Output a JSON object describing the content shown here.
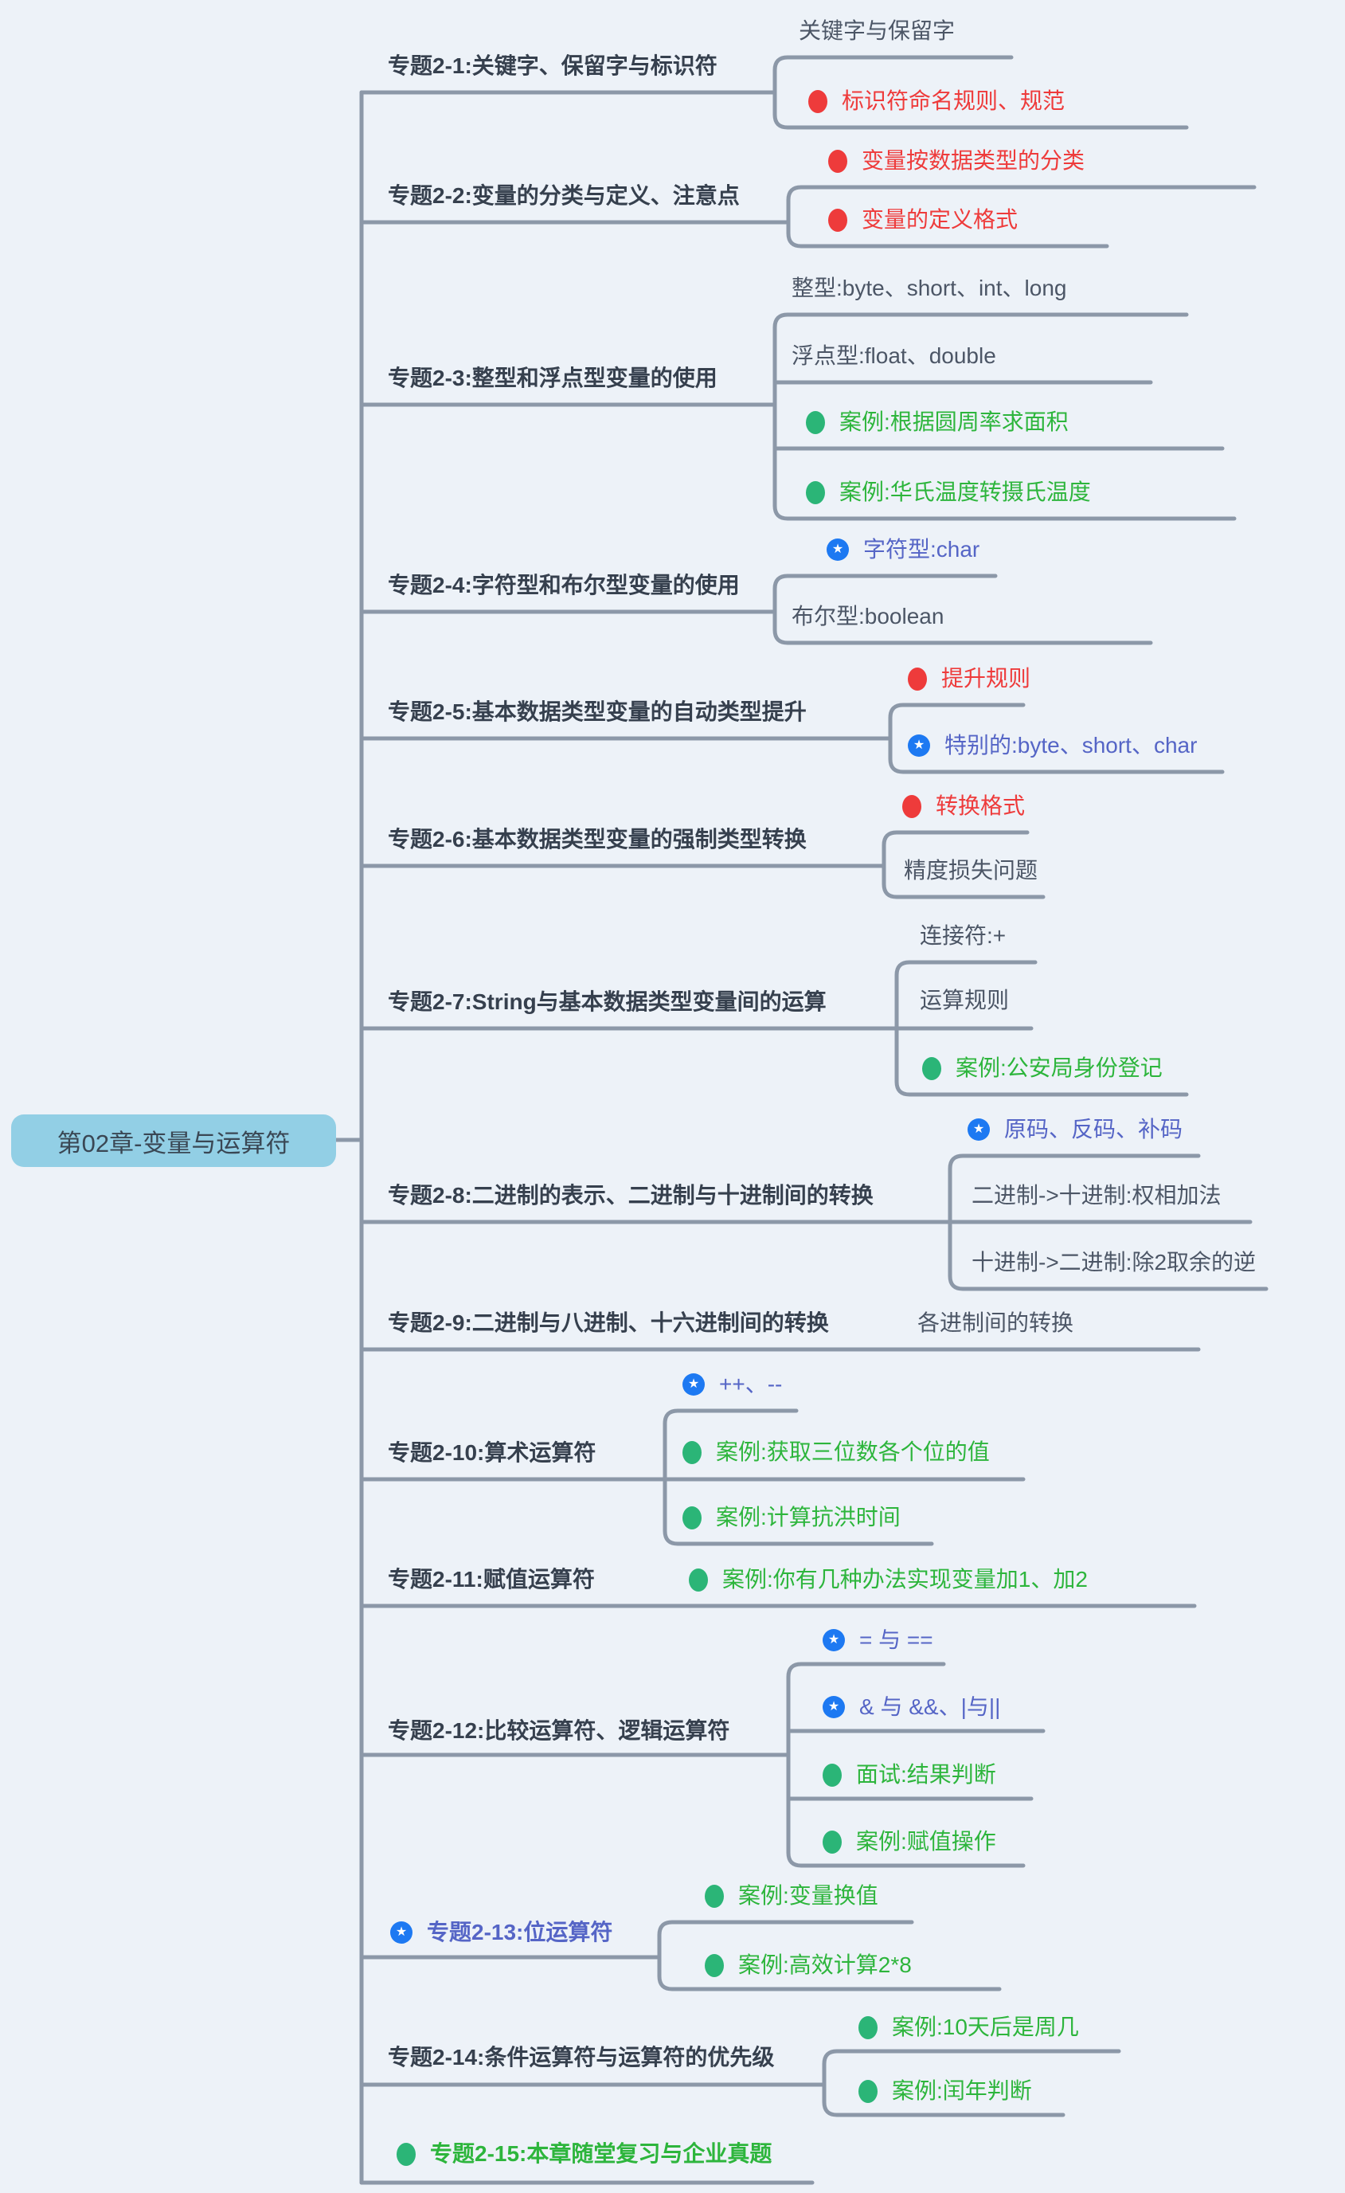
{
  "root": {
    "label": "第02章-变量与运算符"
  },
  "colors": {
    "background": "#edf2f8",
    "connector": "#8c98a8",
    "branch-text": "#36404e",
    "plain-text": "#4c5666",
    "red": "#ee3b3b",
    "green-text": "#2db53c",
    "green-dot": "#2bb577",
    "blue-text": "#5565c6",
    "star-blue": "#1d79f2",
    "root-bg": "#92cfe5",
    "root-text": "#3a4754"
  },
  "icons": {
    "red-dot": "red filled circle marker",
    "green-dot": "green filled circle marker",
    "star": "white star in blue circle badge"
  },
  "branches": [
    {
      "label": "专题2-1:关键字、保留字与标识符",
      "children": [
        {
          "label": "关键字与保留字",
          "color": "plain",
          "icon": null
        },
        {
          "label": "标识符命名规则、规范",
          "color": "red",
          "icon": "red-dot"
        }
      ]
    },
    {
      "label": "专题2-2:变量的分类与定义、注意点",
      "children": [
        {
          "label": "变量按数据类型的分类",
          "color": "red",
          "icon": "red-dot"
        },
        {
          "label": "变量的定义格式",
          "color": "red",
          "icon": "red-dot"
        }
      ]
    },
    {
      "label": "专题2-3:整型和浮点型变量的使用",
      "children": [
        {
          "label": "整型:byte、short、int、long",
          "color": "plain",
          "icon": null
        },
        {
          "label": "浮点型:float、double",
          "color": "plain",
          "icon": null
        },
        {
          "label": "案例:根据圆周率求面积",
          "color": "green",
          "icon": "green-dot"
        },
        {
          "label": "案例:华氏温度转摄氏温度",
          "color": "green",
          "icon": "green-dot"
        }
      ]
    },
    {
      "label": "专题2-4:字符型和布尔型变量的使用",
      "children": [
        {
          "label": "字符型:char",
          "color": "blue",
          "icon": "star"
        },
        {
          "label": "布尔型:boolean",
          "color": "plain",
          "icon": null
        }
      ]
    },
    {
      "label": "专题2-5:基本数据类型变量的自动类型提升",
      "children": [
        {
          "label": "提升规则",
          "color": "red",
          "icon": "red-dot"
        },
        {
          "label": "特别的:byte、short、char",
          "color": "blue",
          "icon": "star"
        }
      ]
    },
    {
      "label": "专题2-6:基本数据类型变量的强制类型转换",
      "children": [
        {
          "label": "转换格式",
          "color": "red",
          "icon": "red-dot"
        },
        {
          "label": "精度损失问题",
          "color": "plain",
          "icon": null
        }
      ]
    },
    {
      "label": "专题2-7:String与基本数据类型变量间的运算",
      "children": [
        {
          "label": "连接符:+",
          "color": "plain",
          "icon": null
        },
        {
          "label": "运算规则",
          "color": "plain",
          "icon": null
        },
        {
          "label": "案例:公安局身份登记",
          "color": "green",
          "icon": "green-dot"
        }
      ]
    },
    {
      "label": "专题2-8:二进制的表示、二进制与十进制间的转换",
      "children": [
        {
          "label": "原码、反码、补码",
          "color": "blue",
          "icon": "star"
        },
        {
          "label": "二进制->十进制:权相加法",
          "color": "plain",
          "icon": null
        },
        {
          "label": "十进制->二进制:除2取余的逆",
          "color": "plain",
          "icon": null
        }
      ]
    },
    {
      "label": "专题2-9:二进制与八进制、十六进制间的转换",
      "children": [
        {
          "label": "各进制间的转换",
          "color": "plain",
          "icon": null
        }
      ]
    },
    {
      "label": "专题2-10:算术运算符",
      "children": [
        {
          "label": "++、--",
          "color": "blue",
          "icon": "star"
        },
        {
          "label": "案例:获取三位数各个位的值",
          "color": "green",
          "icon": "green-dot"
        },
        {
          "label": "案例:计算抗洪时间",
          "color": "green",
          "icon": "green-dot"
        }
      ]
    },
    {
      "label": "专题2-11:赋值运算符",
      "children": [
        {
          "label": "案例:你有几种办法实现变量加1、加2",
          "color": "green",
          "icon": "green-dot"
        }
      ]
    },
    {
      "label": "专题2-12:比较运算符、逻辑运算符",
      "children": [
        {
          "label": "= 与 ==",
          "color": "blue",
          "icon": "star"
        },
        {
          "label": "& 与 &&、|与||",
          "color": "blue",
          "icon": "star"
        },
        {
          "label": "面试:结果判断",
          "color": "green",
          "icon": "green-dot"
        },
        {
          "label": "案例:赋值操作",
          "color": "green",
          "icon": "green-dot"
        }
      ]
    },
    {
      "label": "专题2-13:位运算符",
      "color": "blue",
      "icon": "star",
      "children": [
        {
          "label": "案例:变量换值",
          "color": "green",
          "icon": "green-dot"
        },
        {
          "label": "案例:高效计算2*8",
          "color": "green",
          "icon": "green-dot"
        }
      ]
    },
    {
      "label": "专题2-14:条件运算符与运算符的优先级",
      "children": [
        {
          "label": "案例:10天后是周几",
          "color": "green",
          "icon": "green-dot"
        },
        {
          "label": "案例:闰年判断",
          "color": "green",
          "icon": "green-dot"
        }
      ]
    },
    {
      "label": "专题2-15:本章随堂复习与企业真题",
      "color": "green",
      "icon": "green-dot",
      "children": []
    }
  ]
}
